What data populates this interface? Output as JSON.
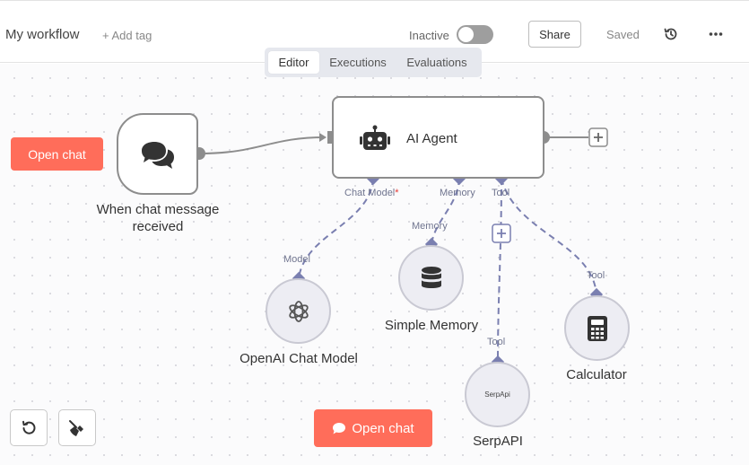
{
  "header": {
    "workflow_name": "My workflow",
    "add_tag": "+ Add tag",
    "status": "Inactive",
    "share": "Share",
    "saved": "Saved"
  },
  "tabs": [
    {
      "label": "Editor",
      "active": true
    },
    {
      "label": "Executions",
      "active": false
    },
    {
      "label": "Evaluations",
      "active": false
    }
  ],
  "nodes": {
    "trigger": {
      "label_line1": "When chat message",
      "label_line2": "received",
      "icon": "chat-bubbles-icon"
    },
    "agent": {
      "label": "AI Agent",
      "icon": "robot-icon"
    },
    "model": {
      "label": "OpenAI Chat Model",
      "icon": "openai-icon"
    },
    "memory": {
      "label": "Simple Memory",
      "icon": "database-icon"
    },
    "serpapi": {
      "label": "SerpAPI",
      "icon_text": "SerpApi"
    },
    "calculator": {
      "label": "Calculator",
      "icon": "calculator-icon"
    }
  },
  "ports": {
    "chat_model": "Chat Model",
    "chat_model_required": "*",
    "memory": "Memory",
    "tool": "Tool",
    "model_in": "Model",
    "memory_in": "Memory",
    "tool_in_serp": "Tool",
    "tool_in_calc": "Tool"
  },
  "buttons": {
    "open_chat_top": "Open chat",
    "open_chat_bottom": "Open chat"
  },
  "colors": {
    "accent": "#ff6d5a",
    "port": "#7a7fb0",
    "node_border": "#8d8d8d"
  }
}
